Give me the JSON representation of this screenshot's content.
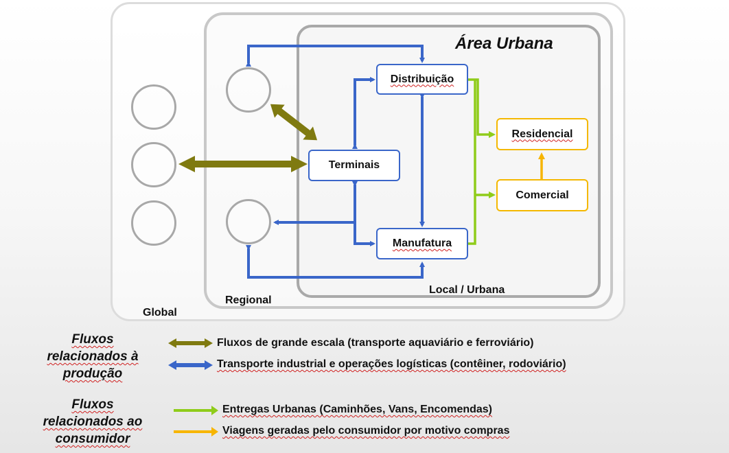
{
  "zones": {
    "urban_title": "Área Urbana",
    "global": "Global",
    "regional": "Regional",
    "local": "Local / Urbana"
  },
  "nodes": {
    "distribuicao": "Distribuição",
    "terminais": "Terminais",
    "manufatura": "Manufatura",
    "residencial": "Residencial",
    "comercial": "Comercial"
  },
  "legend": {
    "production_heading": [
      "Fluxos",
      "relacionados à",
      "produção"
    ],
    "consumer_heading": [
      "Fluxos",
      "relacionados ao",
      "consumidor"
    ],
    "items": [
      {
        "color": "#7f7a10",
        "arrow": "double",
        "text": "Fluxos de grande escala (transporte aquaviário e ferroviário)"
      },
      {
        "color": "#3a66c9",
        "arrow": "double",
        "text": "Transporte industrial e operações logísticas (contêiner, rodoviário)"
      },
      {
        "color": "#8fcc1a",
        "arrow": "single",
        "text": "Entregas Urbanas (Caminhões, Vans, Encomendas)"
      },
      {
        "color": "#f7b500",
        "arrow": "single",
        "text": "Viagens geradas pelo consumidor por motivo compras"
      }
    ]
  },
  "colors": {
    "large_scale": "#7f7a10",
    "industrial": "#3a66c9",
    "urban_delivery": "#8fcc1a",
    "consumer": "#f7b500"
  }
}
